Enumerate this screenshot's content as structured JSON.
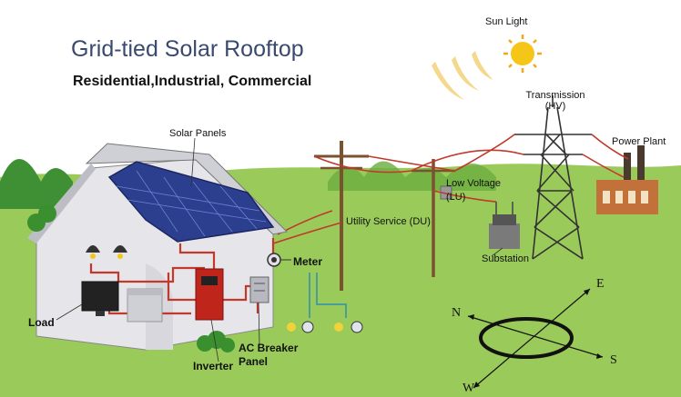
{
  "title": "Grid-tied Solar Rooftop",
  "subtitle": "Residential,Industrial, Commercial",
  "labels": {
    "solar_panels": "Solar Panels",
    "load": "Load",
    "inverter": "Inverter",
    "ac_breaker_panel": "AC Breaker Panel",
    "meter": "Meter",
    "utility_service": "Utility Service (DU)",
    "low_voltage": "Low Voltage (LU)",
    "substation": "Substation",
    "transmission": "Transmission (HV)",
    "power_plant": "Power Plant",
    "sun_light": "Sun Light"
  },
  "compass": {
    "north": "N",
    "east": "E",
    "south": "S",
    "west": "W"
  },
  "colors": {
    "grass": "#9acb5a",
    "wire": "#c0392b",
    "panel": "#2c3f8f",
    "sun": "#f5c518",
    "title": "#3a4a6e"
  }
}
